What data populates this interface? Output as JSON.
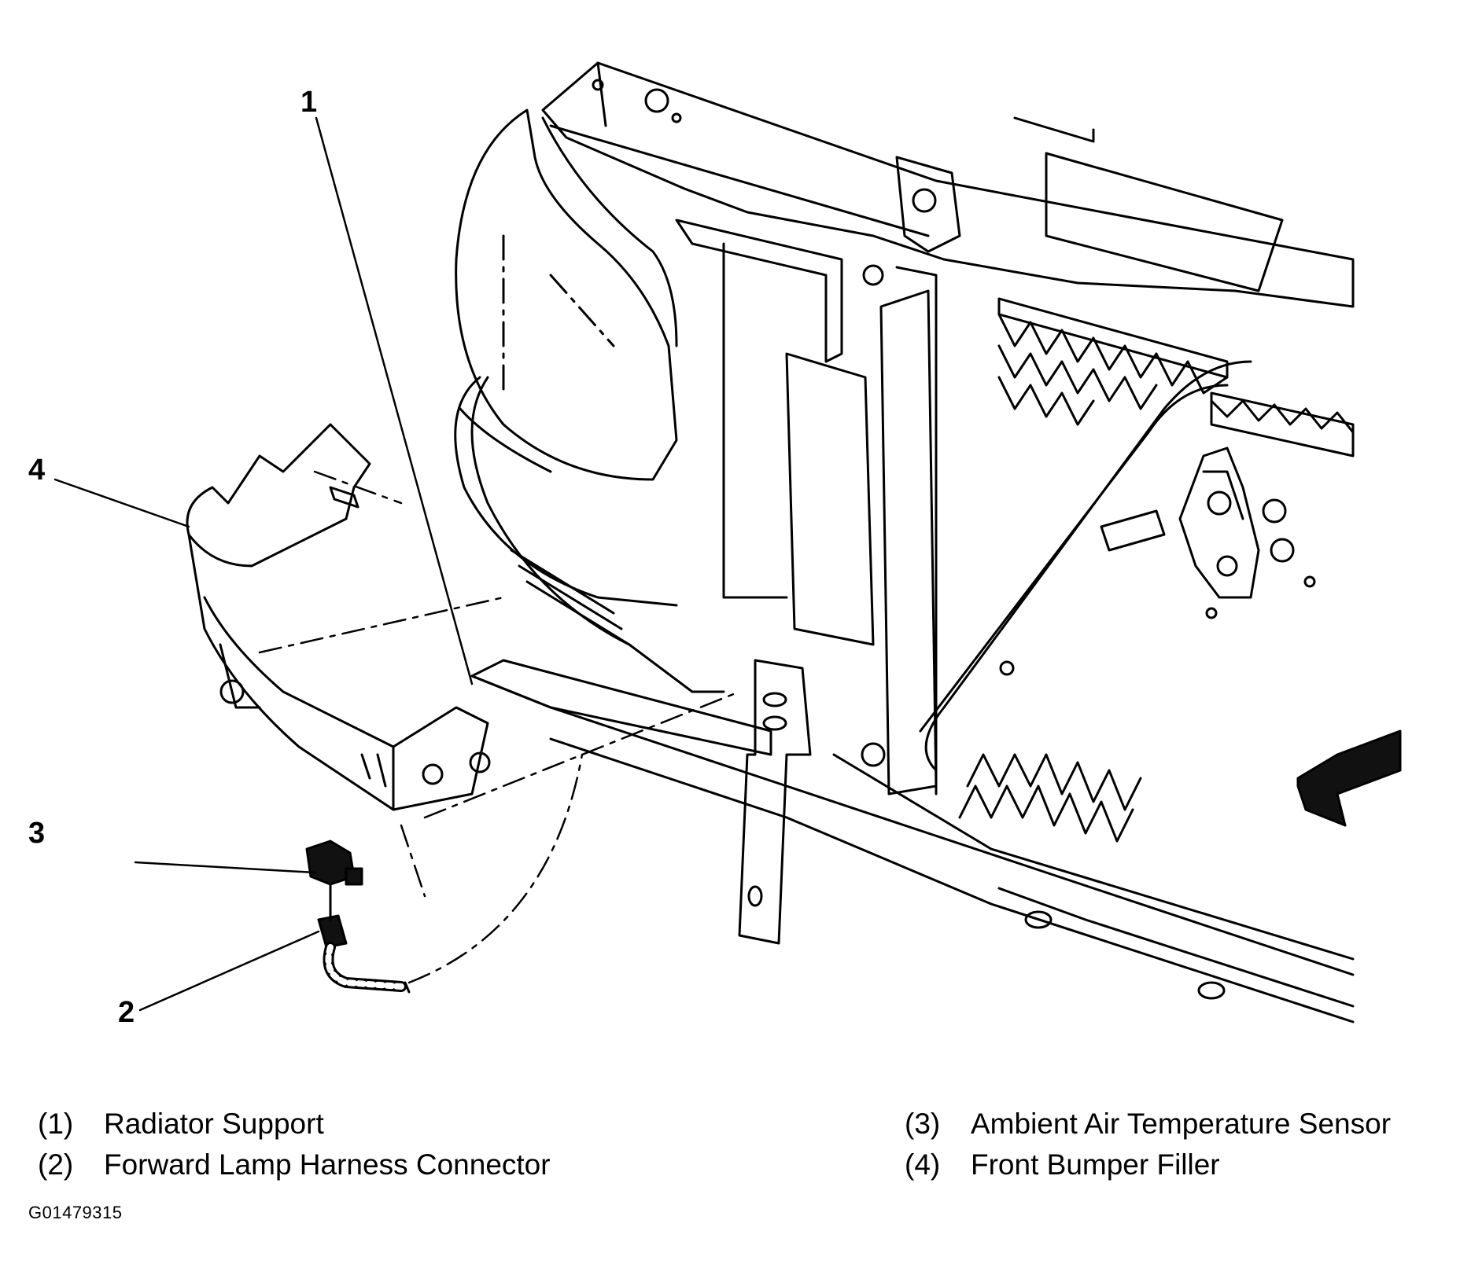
{
  "callouts": [
    {
      "number": "1",
      "label": "Radiator Support",
      "code": "(1)"
    },
    {
      "number": "2",
      "label": "Forward Lamp Harness Connector",
      "code": "(2)"
    },
    {
      "number": "3",
      "label": "Ambient Air Temperature Sensor",
      "code": "(3)"
    },
    {
      "number": "4",
      "label": "Front Bumper Filler",
      "code": "(4)"
    }
  ],
  "figure_id": "G01479315",
  "colors": {
    "line": "#000000",
    "background": "#ffffff"
  }
}
